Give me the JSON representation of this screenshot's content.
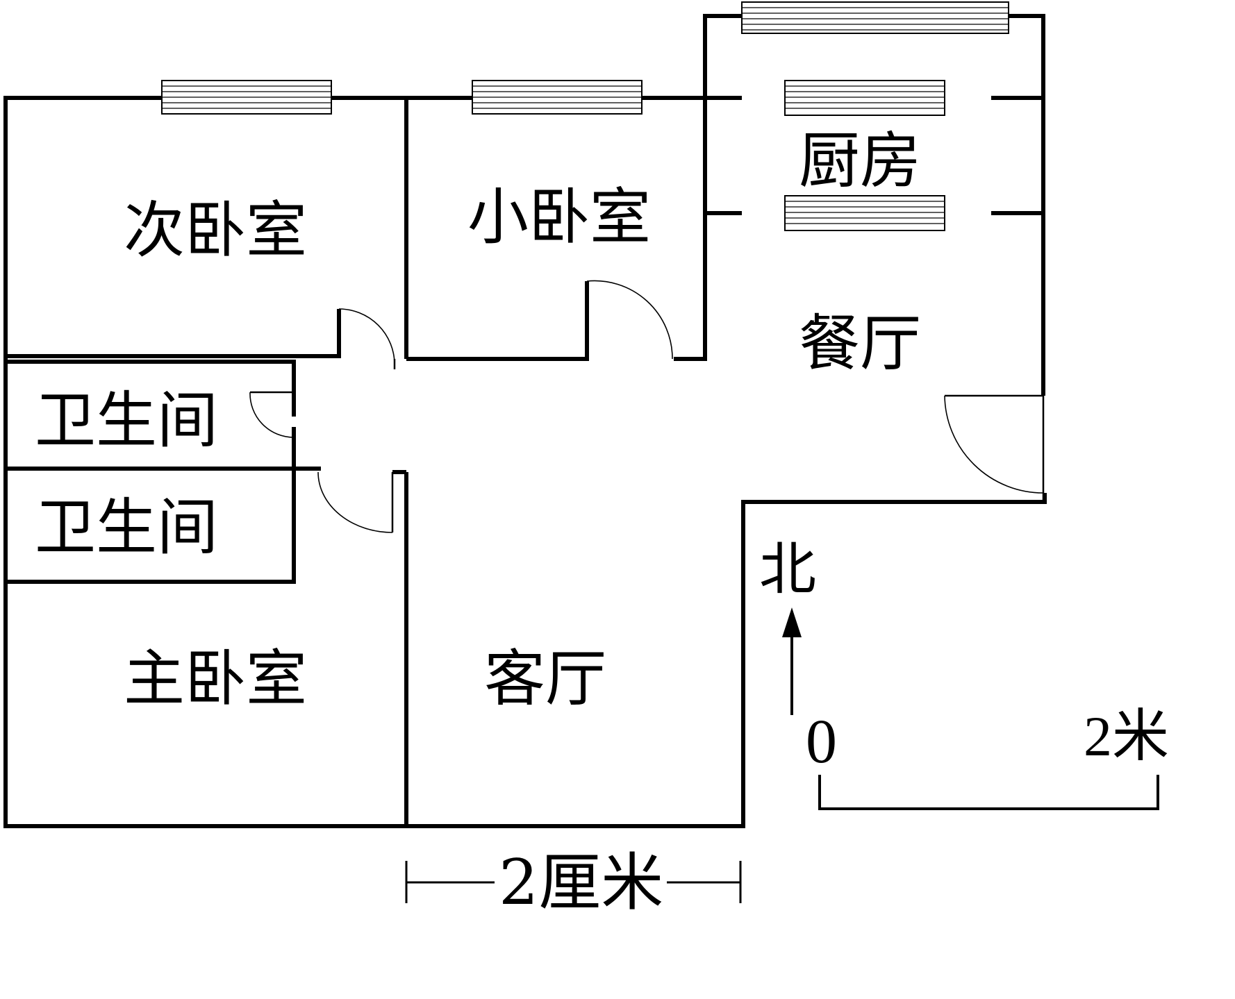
{
  "rooms": {
    "second_bedroom": "次卧室",
    "small_bedroom": "小卧室",
    "kitchen": "厨房",
    "dining_room": "餐厅",
    "bathroom_1": "卫生间",
    "bathroom_2": "卫生间",
    "master_bedroom": "主卧室",
    "living_room": "客厅"
  },
  "compass": {
    "north": "北"
  },
  "scale_bar": {
    "start": "0",
    "end": "2米"
  },
  "dimension": {
    "label": "2厘米"
  }
}
